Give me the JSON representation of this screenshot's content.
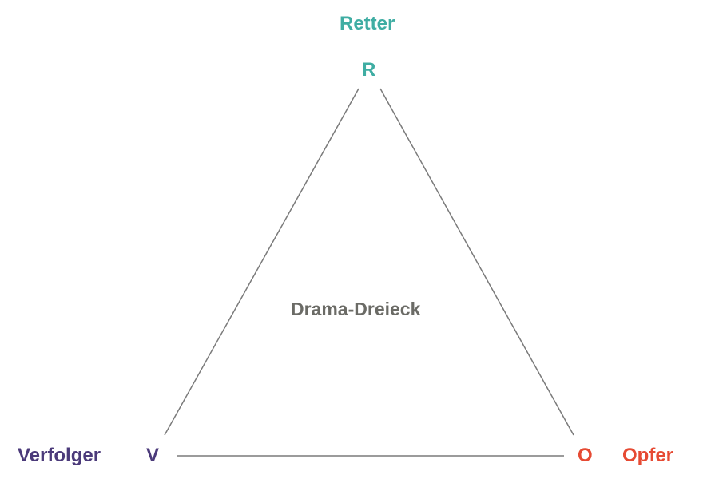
{
  "title": "Drama-Dreieck",
  "roles": {
    "rescuer": {
      "name": "Retter",
      "letter": "R",
      "color": "#3fada3"
    },
    "persecutor": {
      "name": "Verfolger",
      "letter": "V",
      "color": "#4b3a7a"
    },
    "victim": {
      "name": "Opfer",
      "letter": "O",
      "color": "#e64a33"
    }
  },
  "colors": {
    "line": "#7a7a7a",
    "title": "#6b6b66"
  }
}
